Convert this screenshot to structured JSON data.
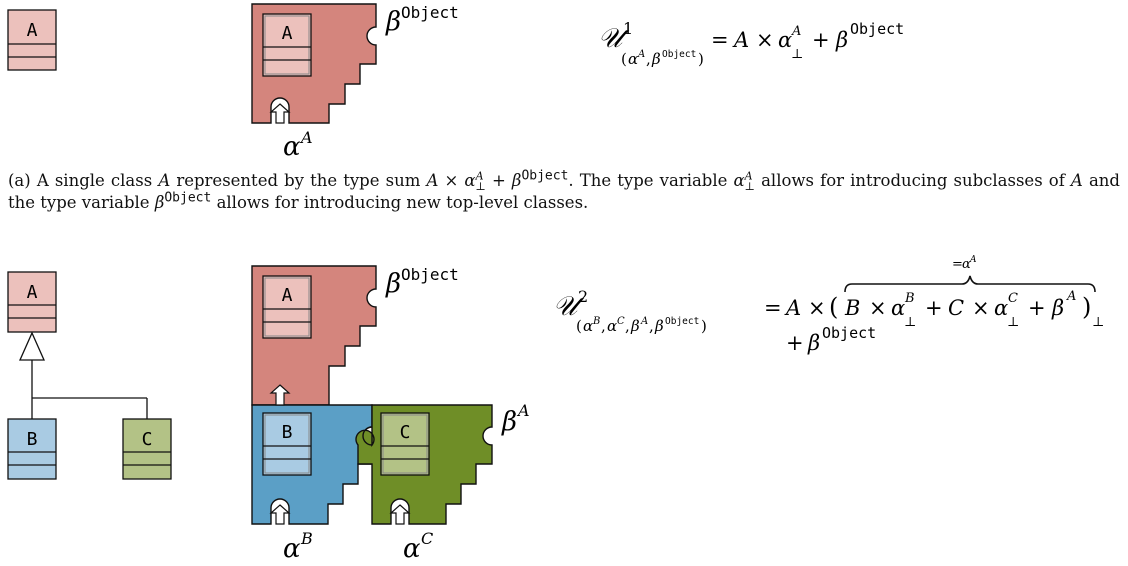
{
  "colors": {
    "red_piece": "#d4857d",
    "red_class": "#ecc1bc",
    "blue_piece": "#5b9fc6",
    "blue_class": "#a9cbe3",
    "green_piece": "#6f8e27",
    "green_class": "#b3c286",
    "outline": "#111111"
  },
  "class_labels": {
    "a": "A",
    "b": "B",
    "c": "C"
  },
  "vars": {
    "alpha": "α",
    "beta": "β",
    "object": "Object",
    "sup_a": "A",
    "sup_b": "B",
    "sup_c": "C"
  },
  "formula1": {
    "script_u": "𝒰",
    "index": "1",
    "subscript": "(α^A, β^Object)",
    "rhs": "= A × α⊥^A + β^Object"
  },
  "formula2": {
    "script_u": "𝒰",
    "index": "2",
    "subscript": "(α^B, α^C, β^A, β^Object)",
    "rhs": "= A × (B × α⊥^B + C × α⊥^C + β^A)⊥ + β^Object",
    "brace_label": "=α^A"
  },
  "caption_a": {
    "tag": "(a)",
    "text": "A single class A represented by the type sum A × α⊥^A + β^Object. The type variable α⊥^A allows for introducing subclasses of A and the type variable β^Object allows for introducing new top-level classes."
  }
}
